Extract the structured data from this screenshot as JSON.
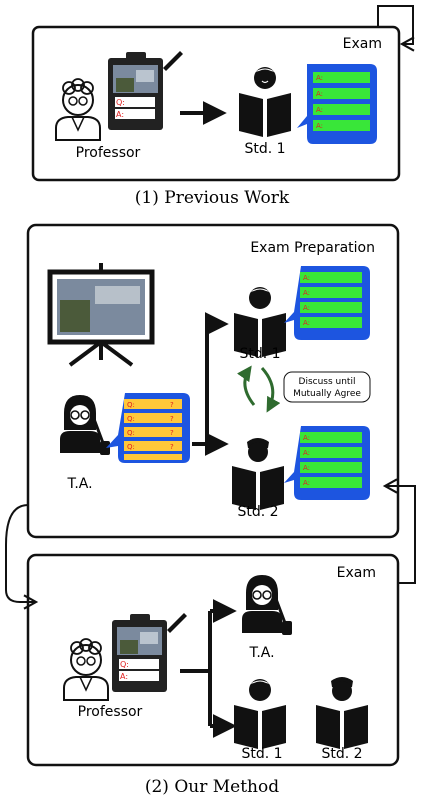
{
  "panel_previous": {
    "label": "Exam",
    "professor_label": "Professor",
    "student_label": "Std. 1",
    "question_q": "Q:",
    "question_a": "A:",
    "answer_a": "A:",
    "caption": "(1) Previous Work"
  },
  "panel_preparation": {
    "label": "Exam Preparation",
    "ta_label": "T.A.",
    "std1_label": "Std. 1",
    "std2_label": "Std. 2",
    "q": "Q:",
    "qmark": "?",
    "a": "A:",
    "discuss_line1": "Discuss until",
    "discuss_line2": "Mutually Agree"
  },
  "panel_exam": {
    "label": "Exam",
    "professor_label": "Professor",
    "ta_label": "T.A.",
    "std1_label": "Std. 1",
    "std2_label": "Std. 2",
    "question_q": "Q:",
    "question_a": "A:"
  },
  "caption_method": "(2) Our Method",
  "colors": {
    "bubble_blue": "#1d55e0",
    "answer_green": "#39e639",
    "question_yellow": "#ffc83a",
    "arrow_green": "#2f6b2f"
  }
}
